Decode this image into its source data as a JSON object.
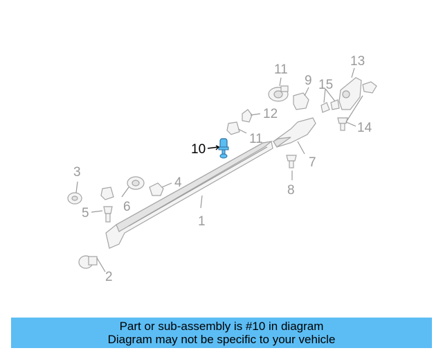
{
  "diagram": {
    "callouts": [
      "1",
      "2",
      "3",
      "4",
      "5",
      "6",
      "7",
      "8",
      "9",
      "10",
      "11",
      "11",
      "12",
      "13",
      "14",
      "15"
    ],
    "highlight_color": "#5cbdf4"
  },
  "banner": {
    "line1": "Part or sub-assembly is #10 in diagram",
    "line2": "Diagram may not be specific to your vehicle",
    "background": "#5cbdf4"
  }
}
